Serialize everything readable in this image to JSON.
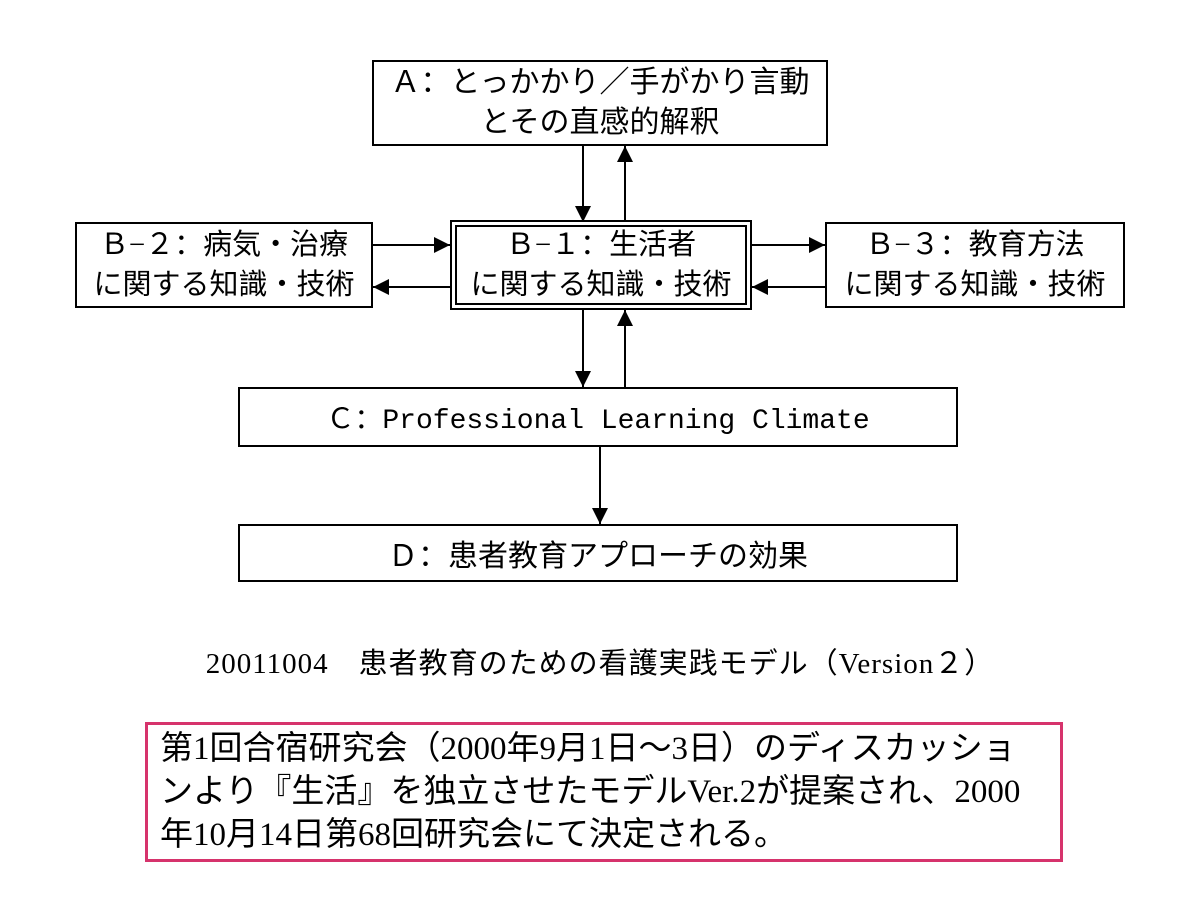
{
  "diagram": {
    "node_a": {
      "line1": "Ａ：とっかかり／手がかり言動",
      "line2": "とその直感的解釈"
    },
    "node_b2": {
      "line1": "Ｂ−２：病気・治療",
      "line2": "に関する知識・技術"
    },
    "node_b1": {
      "line1": "Ｂ−１：生活者",
      "line2": "に関する知識・技術"
    },
    "node_b3": {
      "line1": "Ｂ−３：教育方法",
      "line2": "に関する知識・技術"
    },
    "node_c": {
      "label": "Ｃ：Professional Learning Climate"
    },
    "node_d": {
      "label": "Ｄ：患者教育アプローチの効果"
    },
    "arrows": [
      {
        "from": "A",
        "to": "B-1",
        "direction": "down"
      },
      {
        "from": "B-1",
        "to": "A",
        "direction": "up"
      },
      {
        "from": "B-2",
        "to": "B-1",
        "direction": "right"
      },
      {
        "from": "B-1",
        "to": "B-2",
        "direction": "left"
      },
      {
        "from": "B-1",
        "to": "B-3",
        "direction": "right"
      },
      {
        "from": "B-3",
        "to": "B-1",
        "direction": "left"
      },
      {
        "from": "B-1",
        "to": "C",
        "direction": "down"
      },
      {
        "from": "C",
        "to": "B-1",
        "direction": "up"
      },
      {
        "from": "C",
        "to": "D",
        "direction": "down"
      }
    ]
  },
  "caption": "20011004　患者教育のための看護実践モデル（Version２）",
  "note": {
    "lines": [
      "第1回合宿研究会（2000年9月1日～3日）のディスカッショ",
      "ンより『生活』を独立させたモデルVer.2が提案され、2000",
      "年10月14日第68回研究会にて決定される。"
    ]
  },
  "colors": {
    "background": "#ffffff",
    "text": "#000000",
    "line": "#000000",
    "note_border": "#d6336c"
  }
}
